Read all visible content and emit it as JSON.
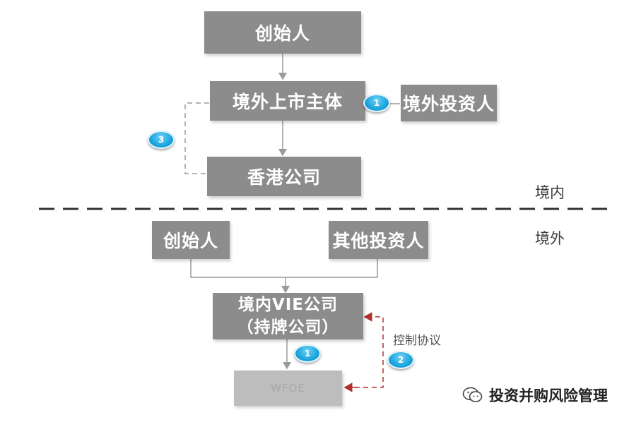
{
  "top": {
    "founder": "创始人",
    "offshore_listed_entity": "境外上市主体",
    "foreign_investor": "境外投资人",
    "hk_company": "香港公司"
  },
  "zones": {
    "upper": "境内",
    "lower": "境外"
  },
  "bottom": {
    "founder": "创始人",
    "other_investors": "其他投资人",
    "vie_company_line1": "境内VIE公司",
    "vie_company_line2": "（持牌公司）",
    "wfoe": "WFOE",
    "control_agreement": "控制协议"
  },
  "badges": {
    "b1_top": "1",
    "b3_left": "3",
    "b1_bottom": "1",
    "b2_right": "2"
  },
  "watermark": {
    "text": "投资并购风险管理",
    "icon": "wechat-icon"
  },
  "colors": {
    "box": "#8c8c8c",
    "box_light": "#bdbdbd",
    "badge": "#1aa3dc",
    "control_arrow": "#b03030",
    "divider": "#333333"
  }
}
